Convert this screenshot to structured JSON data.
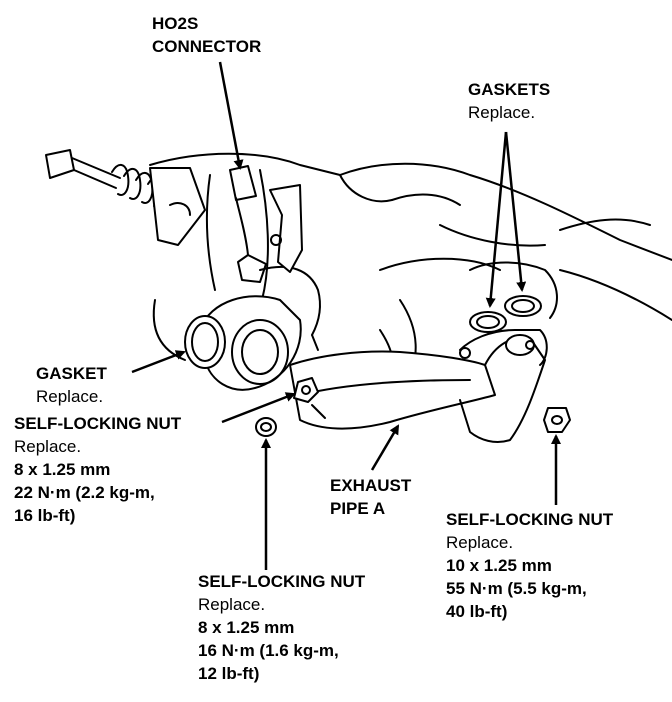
{
  "labels": {
    "ho2s": {
      "line1": "HO2S",
      "line2": "CONNECTOR"
    },
    "gaskets": {
      "title": "GASKETS",
      "note": "Replace."
    },
    "gasket": {
      "title": "GASKET",
      "note": "Replace."
    },
    "nut_left": {
      "title": "SELF-LOCKING NUT",
      "note": "Replace.",
      "size": "8 x 1.25 mm",
      "torque": "22 N·m (2.2 kg-m,",
      "torque2": "16 lb-ft)"
    },
    "exhaust_pipe": {
      "line1": "EXHAUST",
      "line2": "PIPE A"
    },
    "nut_right": {
      "title": "SELF-LOCKING NUT",
      "note": "Replace.",
      "size": "10 x 1.25 mm",
      "torque": "55 N·m (5.5 kg-m,",
      "torque2": "40 lb-ft)"
    },
    "nut_bottom": {
      "title": "SELF-LOCKING NUT",
      "note": "Replace.",
      "size": "8 x 1.25 mm",
      "torque": "16 N·m (1.6 kg-m,",
      "torque2": "12 lb-ft)"
    }
  },
  "colors": {
    "ink": "#000000",
    "paper": "#ffffff"
  }
}
